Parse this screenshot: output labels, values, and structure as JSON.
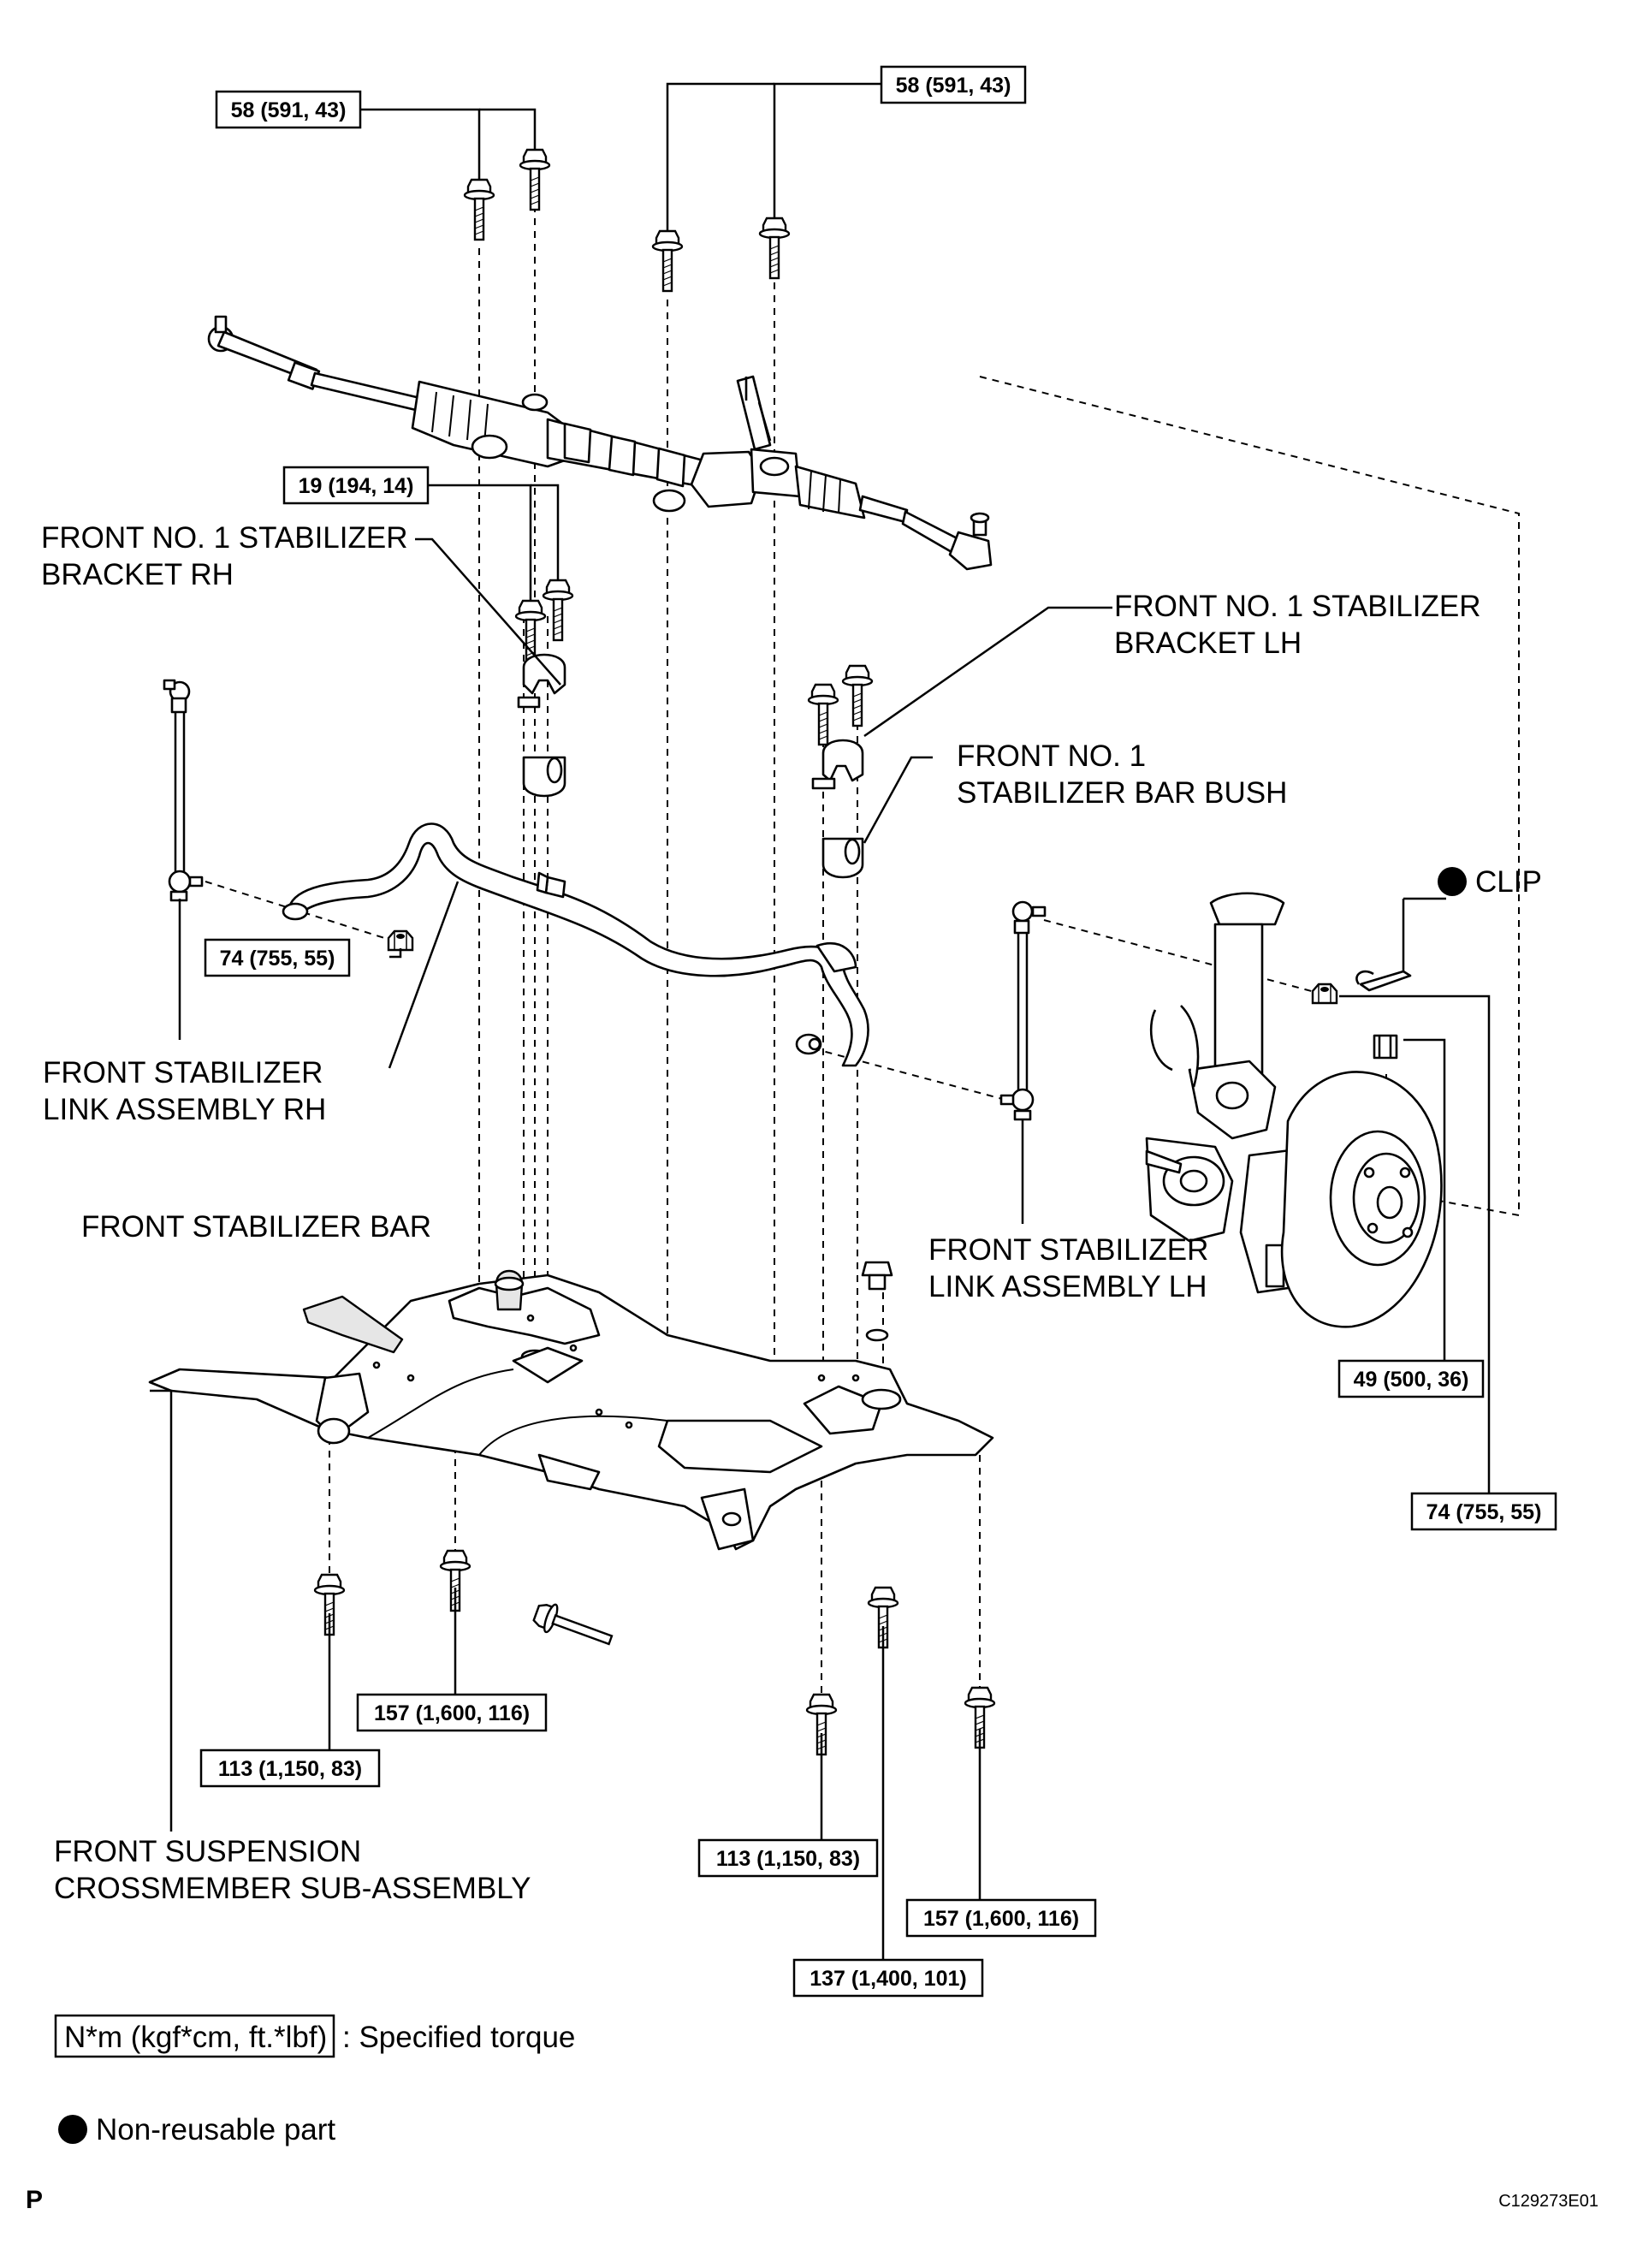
{
  "diagram": {
    "torques": {
      "rack_bolts_rh": "58 (591, 43)",
      "rack_bolts_lh": "58 (591, 43)",
      "stabilizer_bracket_bolts": "19 (194, 14)",
      "link_nut_rh": "74 (755, 55)",
      "link_nut_lh": "74 (755, 55)",
      "tie_rod_nut": "49 (500, 36)",
      "crossmember_front_bolt_rh": "113 (1,150, 83)",
      "crossmember_rear_bolt_rh": "157 (1,600, 116)",
      "crossmember_front_bolt_lh": "113 (1,150, 83)",
      "crossmember_center_bolt": "137 (1,400, 101)",
      "crossmember_rear_bolt_lh": "157 (1,600, 116)"
    },
    "labels": {
      "bracket_rh_1": "FRONT NO. 1 STABILIZER",
      "bracket_rh_2": "BRACKET RH",
      "bracket_lh_1": "FRONT NO. 1 STABILIZER",
      "bracket_lh_2": "BRACKET LH",
      "bush_1": "FRONT NO. 1",
      "bush_2": "STABILIZER BAR BUSH",
      "clip": "CLIP",
      "link_rh_1": "FRONT STABILIZER",
      "link_rh_2": "LINK ASSEMBLY RH",
      "stabilizer_bar": "FRONT STABILIZER BAR",
      "link_lh_1": "FRONT STABILIZER",
      "link_lh_2": "LINK ASSEMBLY LH",
      "crossmember_1": "FRONT SUSPENSION",
      "crossmember_2": "CROSSMEMBER SUB-ASSEMBLY"
    },
    "legend": {
      "torque_unit": "N*m (kgf*cm, ft.*lbf)",
      "torque_desc": ": Specified torque",
      "nonreusable_desc": "Non-reusable part"
    },
    "corner_mark": "P",
    "figure_code": "C129273E01"
  }
}
